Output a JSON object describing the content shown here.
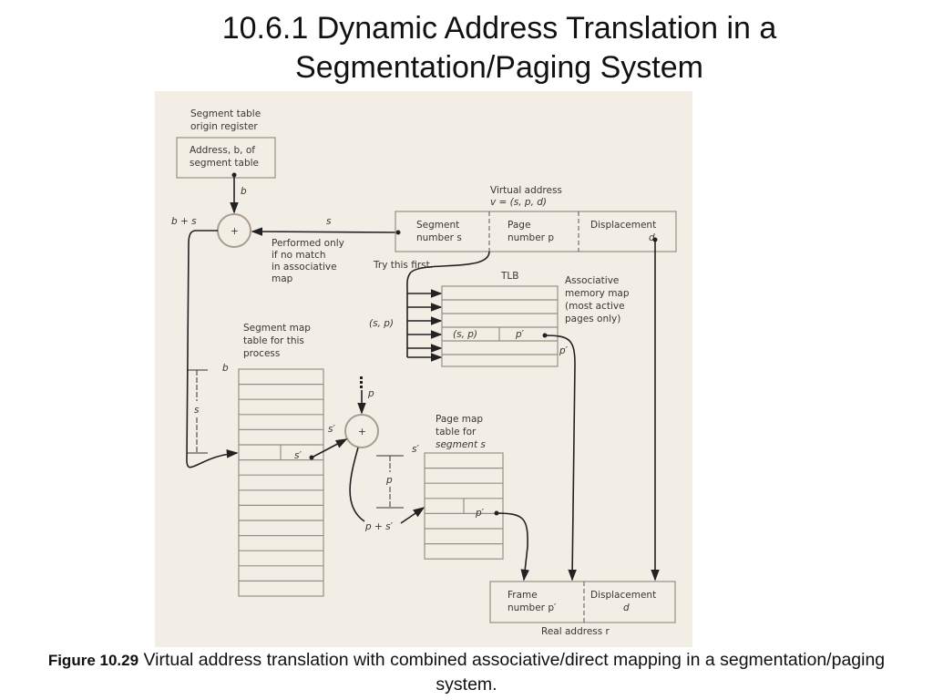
{
  "slide": {
    "title_line1": "10.6.1 Dynamic Address Translation in a",
    "title_line2": "Segmentation/Paging System",
    "caption_label": "Figure 10.29",
    "caption_text": " Virtual address translation with combined associative/direct mapping in a segmentation/paging system."
  },
  "diagram": {
    "origin_register_label": [
      "Segment table",
      "origin register"
    ],
    "origin_register_value": [
      "Address, b, of",
      "segment table"
    ],
    "b": "b",
    "b_plus_s": "b + s",
    "s": "s",
    "plus": "+",
    "virtual_address_label": [
      "Virtual address",
      "v = (s, p, d)"
    ],
    "va_fields": {
      "segment": [
        "Segment",
        "number s"
      ],
      "page": [
        "Page",
        "number p"
      ],
      "displacement": [
        "Displacement",
        "d"
      ]
    },
    "performed_only": [
      "Performed only",
      "if no match",
      "in associative",
      "map"
    ],
    "try_first": "Try this first.",
    "tlb": "TLB",
    "assoc_map": [
      "Associative",
      "memory map",
      "(most active",
      "pages only)"
    ],
    "sp": "(s, p)",
    "p_prime": "p′",
    "s_prime": "s′",
    "p": "p",
    "p_plus_s": "p + s′",
    "segment_map_label": [
      "Segment map",
      "table for this",
      "process"
    ],
    "page_map_label": [
      "Page map",
      "table for",
      "segment s"
    ],
    "real_fields": {
      "frame": [
        "Frame",
        "number p′"
      ],
      "displacement": [
        "Displacement",
        "d"
      ]
    },
    "real_address": "Real address r"
  }
}
